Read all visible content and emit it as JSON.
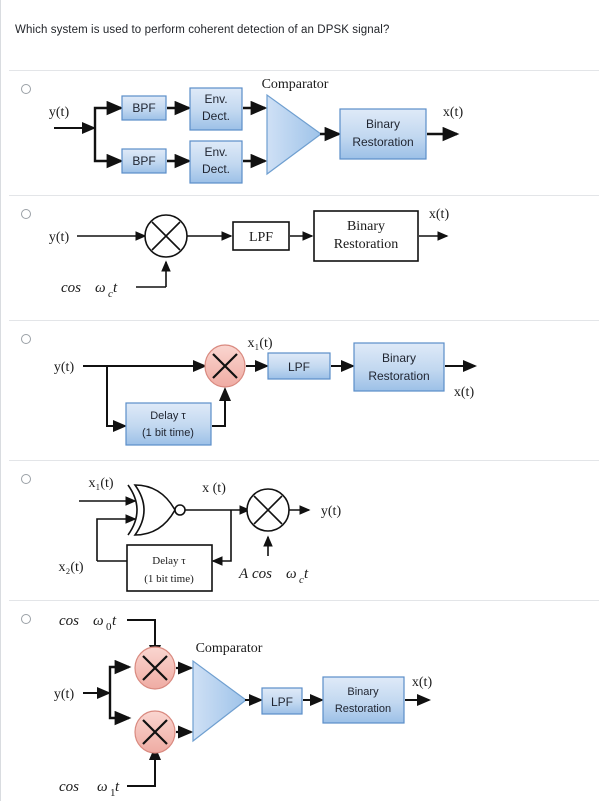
{
  "question": {
    "text": "Which system is used to perform coherent detection of an DPSK signal?"
  },
  "colors": {
    "box_fill_top": "#d5e3f7",
    "box_fill_bottom": "#9dc0e8",
    "box_border": "#5b8ec9",
    "triangle_fill": "#b6d2f0",
    "triangle_border": "#6f9fd0",
    "multiplier_fill": "#f6bfb8",
    "multiplier_border": "#d98a80",
    "line": "#111111",
    "separator": "#e3e5e8",
    "radio_border": "#9aa0a6",
    "text": "#22252a"
  },
  "options": [
    {
      "id": "option-a",
      "name": "noncoherent-fsk-envelope-detector",
      "labels": {
        "input": "y(t)",
        "output": "x(t)",
        "comparator": "Comparator",
        "bpf_top": "BPF",
        "bpf_bottom": "BPF",
        "env_top_line1": "Env.",
        "env_top_line2": "Dect.",
        "env_bottom_line1": "Env.",
        "env_bottom_line2": "Dect.",
        "binary_line1": "Binary",
        "binary_line2": "Restoration"
      }
    },
    {
      "id": "option-b",
      "name": "coherent-psk-product-detector",
      "labels": {
        "input": "y(t)",
        "output": "x(t)",
        "carrier": "cos ω t",
        "carrier_sub": "c",
        "lpf": "LPF",
        "binary_line1": "Binary",
        "binary_line2": "Restoration"
      }
    },
    {
      "id": "option-c",
      "name": "dpsk-delay-multiplier-detector",
      "labels": {
        "input": "y(t)",
        "mixer_output": "x₁(t)",
        "output": "x(t)",
        "lpf": "LPF",
        "delay_line1": "Delay τ",
        "delay_line2": "(1 bit time)",
        "binary_line1": "Binary",
        "binary_line2": "Restoration"
      }
    },
    {
      "id": "option-d",
      "name": "dpsk-transmitter-xnor-modulator",
      "labels": {
        "input_1": "x₁(t)",
        "input_2": "x₂(t)",
        "gate_output": "x (t)",
        "output": "y(t)",
        "carrier": "A cos ω t",
        "carrier_sub": "c",
        "delay_line1": "Delay τ",
        "delay_line2": "(1 bit time)"
      }
    },
    {
      "id": "option-e",
      "name": "coherent-fsk-dual-correlator-detector",
      "labels": {
        "input": "y(t)",
        "output": "x(t)",
        "carrier_top": "cos ω t",
        "carrier_top_sub": "0",
        "carrier_bottom": "cos ω t",
        "carrier_bottom_sub": "1",
        "comparator": "Comparator",
        "lpf": "LPF",
        "binary_line1": "Binary",
        "binary_line2": "Restoration"
      }
    }
  ]
}
